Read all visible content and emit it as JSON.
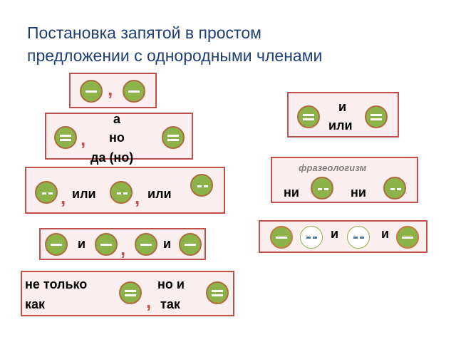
{
  "title": {
    "line1": "Постановка запятой в простом",
    "line2": "предложении с однородными членами"
  },
  "punctuation": {
    "comma": ","
  },
  "conjunctions": {
    "i": "и",
    "ili": "или",
    "a": "а",
    "no": "но",
    "da_no": "да (но)",
    "ni": "ни",
    "ne_tolko": "не только",
    "kak": "как",
    "no_i": "но и",
    "tak": "так"
  },
  "labels": {
    "idiom": "фразеологизм"
  },
  "colors": {
    "circle": "#8cb24a",
    "box_border": "#c0504d",
    "box_fill": "#fbeeee",
    "title": "#1f3f77"
  }
}
